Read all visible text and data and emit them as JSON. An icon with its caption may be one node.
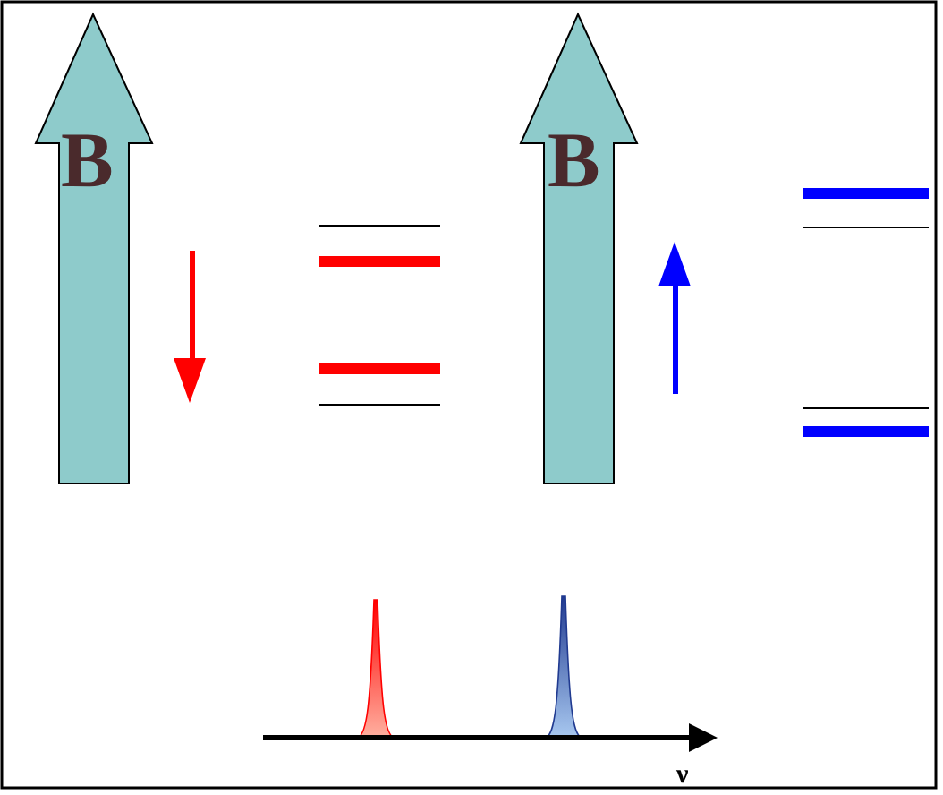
{
  "diagram": {
    "labels": [
      "B",
      "B",
      "ν"
    ]
  }
}
